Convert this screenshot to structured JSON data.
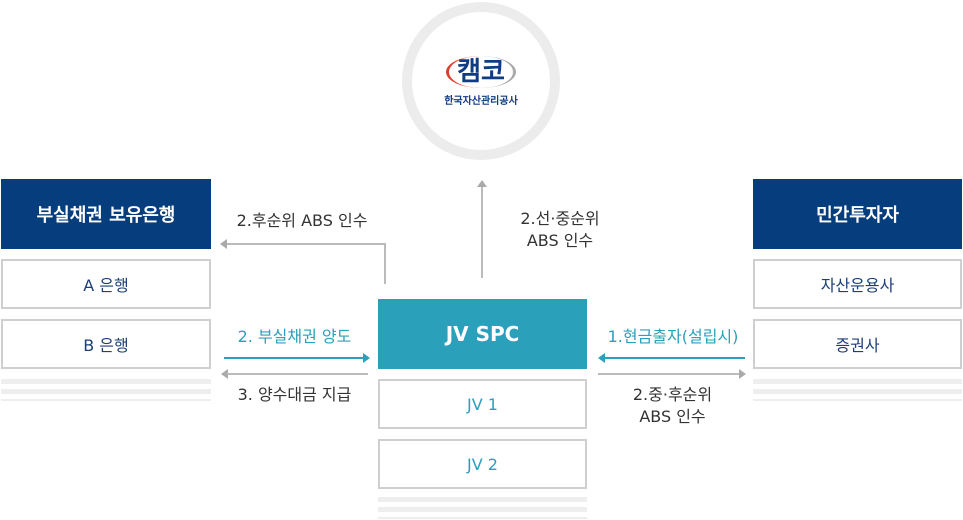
{
  "logo": {
    "brand": "캠코",
    "name": "한국자산관리공사"
  },
  "left": {
    "title": "부실채권 보유은행",
    "items": [
      "A 은행",
      "B 은행"
    ]
  },
  "right": {
    "title": "민간투자자",
    "items": [
      "자산운용사",
      "증권사"
    ]
  },
  "center": {
    "title": "JV SPC",
    "items": [
      "JV 1",
      "JV 2"
    ]
  },
  "arrows": {
    "top_left": "2.후순위 ABS 인수",
    "top_center": [
      "2.선·중순위",
      "ABS 인수"
    ],
    "transfer": "2. 부실채권 양도",
    "payment": "3. 양수대금 지급",
    "cash": "1.현금출자(설립시)",
    "right_lower": [
      "2.중·후순위",
      "ABS 인수"
    ]
  },
  "colors": {
    "navy": "#063d7c",
    "teal": "#2aa0bb",
    "gray": "#bbbbbb"
  }
}
